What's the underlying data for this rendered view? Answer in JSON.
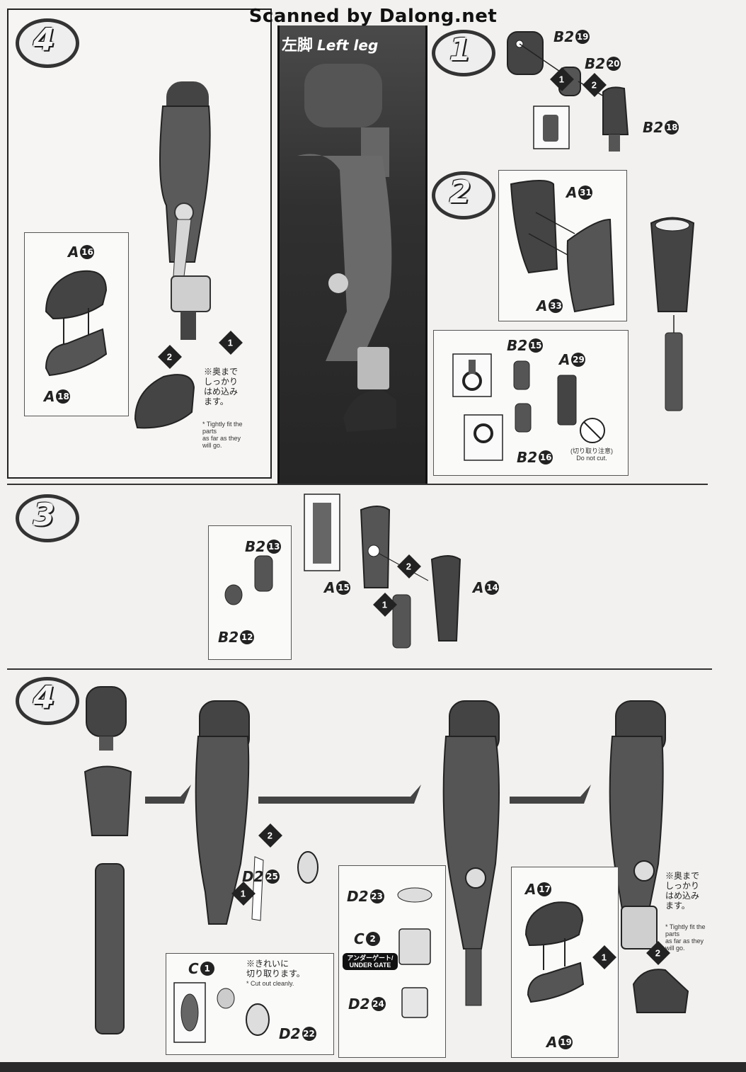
{
  "watermark": "Scanned by Dalong.net",
  "header": {
    "title_jp": "左脚",
    "title_en": "Left leg"
  },
  "steps": {
    "s4_top": "4",
    "s1": "1",
    "s2": "2",
    "s3": "3",
    "s4_bottom": "4"
  },
  "parts": {
    "a16": {
      "letter": "A",
      "num": "16"
    },
    "a18": {
      "letter": "A",
      "num": "18"
    },
    "b219": {
      "letter": "B2",
      "num": "19"
    },
    "b220": {
      "letter": "B2",
      "num": "20"
    },
    "b218": {
      "letter": "B2",
      "num": "18"
    },
    "a31": {
      "letter": "A",
      "num": "31"
    },
    "a33": {
      "letter": "A",
      "num": "33"
    },
    "b215": {
      "letter": "B2",
      "num": "15"
    },
    "a29": {
      "letter": "A",
      "num": "29"
    },
    "b216": {
      "letter": "B2",
      "num": "16"
    },
    "b213": {
      "letter": "B2",
      "num": "13"
    },
    "b212": {
      "letter": "B2",
      "num": "12"
    },
    "a15": {
      "letter": "A",
      "num": "15"
    },
    "a14": {
      "letter": "A",
      "num": "14"
    },
    "d225": {
      "letter": "D2",
      "num": "25"
    },
    "c1": {
      "letter": "C",
      "num": "1"
    },
    "d222": {
      "letter": "D2",
      "num": "22"
    },
    "d223": {
      "letter": "D2",
      "num": "23"
    },
    "c2": {
      "letter": "C",
      "num": "2"
    },
    "d224": {
      "letter": "D2",
      "num": "24"
    },
    "a17": {
      "letter": "A",
      "num": "17"
    },
    "a19": {
      "letter": "A",
      "num": "19"
    }
  },
  "order": {
    "one": "1",
    "two": "2"
  },
  "notes": {
    "fit_jp_1": "※奥まで",
    "fit_jp_2": "しっかり",
    "fit_jp_3": "はめ込み",
    "fit_jp_4": "ます。",
    "fit_en_1": "* Tightly fit the",
    "fit_en_2": "parts",
    "fit_en_3": "as far as they",
    "fit_en_4": "will go.",
    "nocut_jp": "(切り取り注意)",
    "nocut_en": "Do not cut.",
    "clean_jp_1": "※きれいに",
    "clean_jp_2": "切り取ります。",
    "clean_en": "* Cut out cleanly.",
    "gate_jp": "アンダーゲート/",
    "gate_en": "UNDER GATE"
  }
}
